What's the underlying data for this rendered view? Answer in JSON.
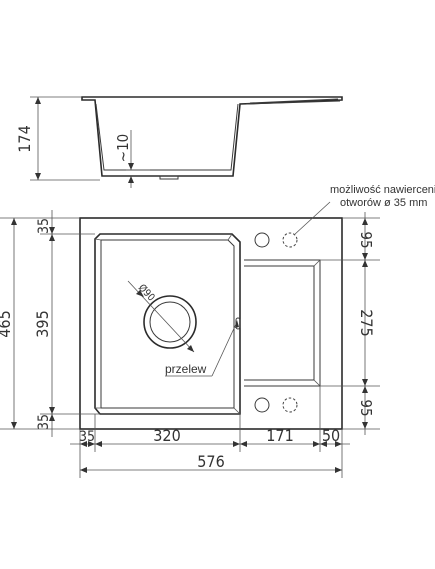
{
  "side_view": {
    "height_label": "174",
    "thickness_label": "~10"
  },
  "top_view": {
    "left_dims": [
      "465",
      "35",
      "395",
      "35"
    ],
    "right_dims": [
      "95",
      "275",
      "95"
    ],
    "bottom_dims": [
      "35",
      "320",
      "171",
      "50"
    ],
    "total_width": "576",
    "drain_diameter": "Ø90",
    "overflow_label": "przelew",
    "tap_note_line1": "możliwość nawiercenia",
    "tap_note_line2": "otworów ø 35 mm"
  }
}
